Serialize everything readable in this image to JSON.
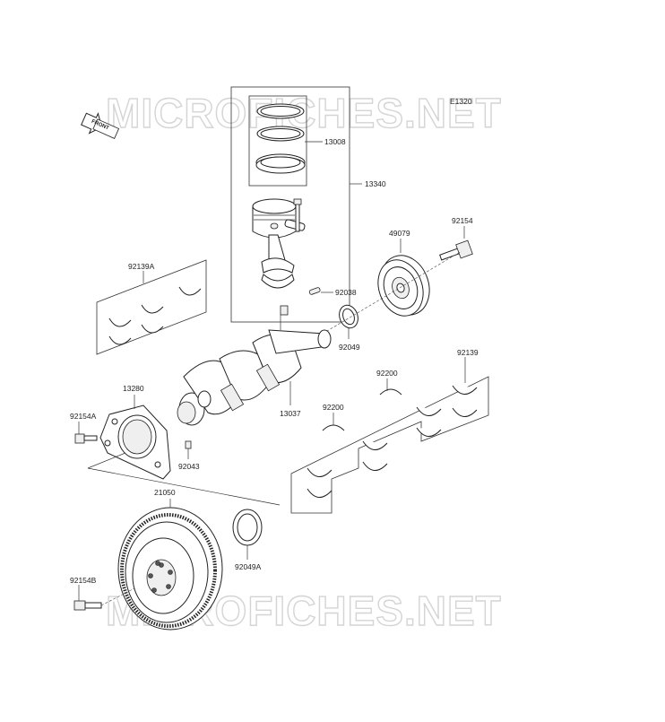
{
  "diagram": {
    "code": "E1320",
    "front_arrow": "FRONT",
    "watermarks": [
      "MICROFICHES.NET",
      "MICROFICHES.NET"
    ],
    "part_labels": {
      "p13008": "13008",
      "p13340": "13340",
      "p92154": "92154",
      "p49079": "49079",
      "p92139A": "92139A",
      "p92038": "92038",
      "p92049": "92049",
      "p92139": "92139",
      "p92200a": "92200",
      "p92200b": "92200",
      "p13280": "13280",
      "p13037": "13037",
      "p92154A": "92154A",
      "p92043": "92043",
      "p21050": "21050",
      "p92049A": "92049A",
      "p92154B": "92154B"
    }
  }
}
